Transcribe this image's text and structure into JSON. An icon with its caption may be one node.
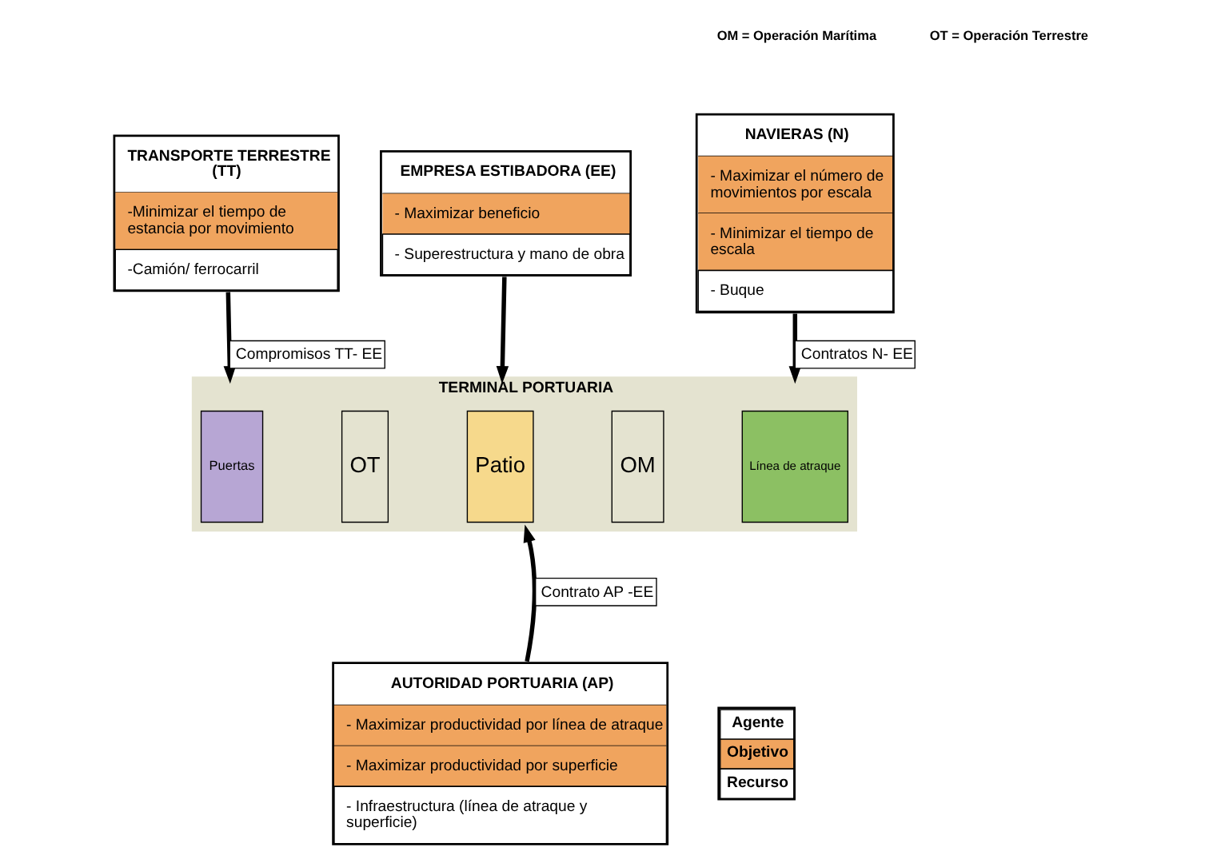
{
  "diagram": {
    "nodes": [
      {
        "text": [
          "EMPRESA ESTIBADORA (EE)",
          "- Maximizar beneficio",
          "- Superestructura y mano de obra"
        ]
      },
      {
        "text": [
          "TRANSPORTE TERRESTRE (TT)",
          "-Minimizar el tiempo de estancia por movimiento",
          "-Camión/ ferrocarril"
        ]
      },
      {
        "text": [
          "TERMINAL PORTUARIA"
        ]
      },
      {
        "text": [
          "Puertas"
        ],
        "in": 2
      },
      {
        "text": [
          "OT"
        ],
        "in": 2
      },
      {
        "text": [
          "Patio"
        ],
        "in": 2
      },
      {
        "text": [
          "OM"
        ],
        "in": 2
      },
      {
        "text": [
          "Línea de atraque"
        ],
        "in": 2
      },
      {
        "text": [
          "NAVIERAS (N)",
          "- Maximizar el número de movimientos por escala",
          "- Minimizar el tiempo de escala",
          "- Buque"
        ]
      },
      {
        "text": [
          "AUTORIDAD PORTUARIA (AP)",
          "- Maximizar productividad por línea de atraque",
          "- Maximizar productividad por superficie",
          "- Infraestructura (línea de atraque y superficie)"
        ]
      }
    ],
    "edges": [
      {
        "from": 0,
        "to": 2,
        "arrow": "to"
      },
      {
        "from": 1,
        "to": 2,
        "arrow": "to",
        "label": "Compromisos TT- EE"
      },
      {
        "from": 8,
        "to": 2,
        "arrow": "to",
        "label": "Contratos N- EE"
      },
      {
        "from": 9,
        "to": 2,
        "arrow": "to",
        "label": "Contrato AP -EE"
      }
    ],
    "labels": [
      "OT = Operación Terrestre",
      "OM = Operación Marítima"
    ],
    "legend": [
      {
        "text": "Agente",
        "color": "#ffffff"
      },
      {
        "text": "Objetivo",
        "color": "#f0a45e"
      },
      {
        "text": "Recurso",
        "color": "#ffffff"
      }
    ]
  }
}
